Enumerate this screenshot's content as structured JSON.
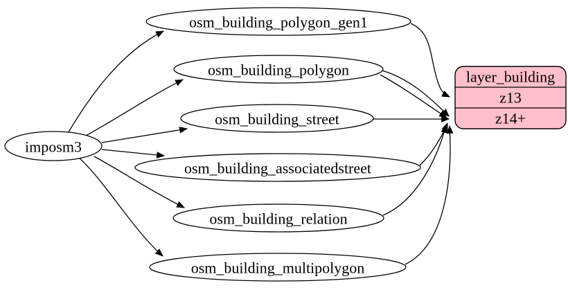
{
  "diagram": {
    "type": "graphviz-etl-flow",
    "background_color": "#ffffff",
    "edge_color": "#000000",
    "source_node": {
      "label": "imposm3",
      "shape": "ellipse",
      "fill": "#ffffff"
    },
    "tables": [
      {
        "label": "osm_building_polygon_gen1",
        "shape": "ellipse",
        "fill": "#ffffff"
      },
      {
        "label": "osm_building_polygon",
        "shape": "ellipse",
        "fill": "#ffffff"
      },
      {
        "label": "osm_building_street",
        "shape": "ellipse",
        "fill": "#ffffff"
      },
      {
        "label": "osm_building_associatedstreet",
        "shape": "ellipse",
        "fill": "#ffffff"
      },
      {
        "label": "osm_building_relation",
        "shape": "ellipse",
        "fill": "#ffffff"
      },
      {
        "label": "osm_building_multipolygon",
        "shape": "ellipse",
        "fill": "#ffffff"
      }
    ],
    "layer_node": {
      "title": "layer_building",
      "rows": [
        "z13",
        "z14+"
      ],
      "shape": "rounded-record",
      "fill": "#ffc0cb"
    },
    "edges": [
      {
        "from": "imposm3",
        "to": "osm_building_polygon_gen1"
      },
      {
        "from": "imposm3",
        "to": "osm_building_polygon"
      },
      {
        "from": "imposm3",
        "to": "osm_building_street"
      },
      {
        "from": "imposm3",
        "to": "osm_building_associatedstreet"
      },
      {
        "from": "imposm3",
        "to": "osm_building_relation"
      },
      {
        "from": "imposm3",
        "to": "osm_building_multipolygon"
      },
      {
        "from": "osm_building_polygon_gen1",
        "to": "layer_building:z13"
      },
      {
        "from": "osm_building_polygon",
        "to": "layer_building:z14+"
      },
      {
        "from": "osm_building_polygon",
        "to": "layer_building:z14+"
      },
      {
        "from": "osm_building_street",
        "to": "layer_building:z14+"
      },
      {
        "from": "osm_building_associatedstreet",
        "to": "layer_building:z14+"
      },
      {
        "from": "osm_building_relation",
        "to": "layer_building:z14+"
      },
      {
        "from": "osm_building_multipolygon",
        "to": "layer_building:z14+"
      }
    ]
  }
}
